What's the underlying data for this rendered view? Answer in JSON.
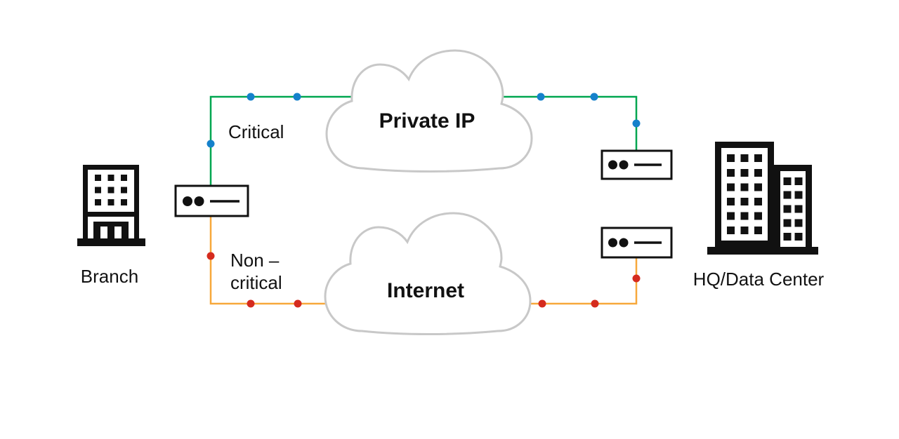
{
  "diagram": {
    "branch": {
      "label": "Branch",
      "icon": "office-building-icon"
    },
    "hq": {
      "label": "HQ/Data Center",
      "icon": "data-center-buildings-icon"
    },
    "clouds": {
      "private_ip": {
        "label": "Private IP",
        "icon": "cloud-icon"
      },
      "internet": {
        "label": "Internet",
        "icon": "cloud-icon"
      }
    },
    "links": {
      "critical": {
        "label": "Critical",
        "line_color": "#00a650",
        "dot_color": "#1581cb"
      },
      "non_critical": {
        "label_line1": "Non –",
        "label_line2": "critical",
        "line_color": "#f7a83b",
        "dot_color": "#d52b1e"
      }
    },
    "router_icon": "router-icon",
    "cloud_stroke_color": "#c8c8c8",
    "ink_color": "#111111"
  }
}
